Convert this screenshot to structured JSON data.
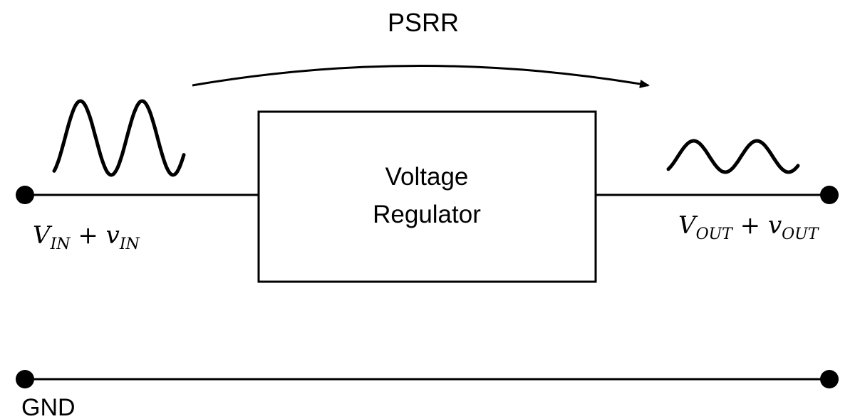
{
  "diagram": {
    "arrow_label": "PSRR",
    "block_label_line1": "Voltage",
    "block_label_line2": "Regulator",
    "input_label": {
      "main": "V",
      "main_sub": "IN",
      "plus": " + ",
      "small": "v",
      "small_sub": "IN"
    },
    "output_label": {
      "main": "V",
      "main_sub": "OUT",
      "plus": " + ",
      "small": "v",
      "small_sub": "OUT"
    },
    "ground_label": "GND"
  },
  "colors": {
    "stroke": "#000000",
    "background": "#ffffff"
  }
}
